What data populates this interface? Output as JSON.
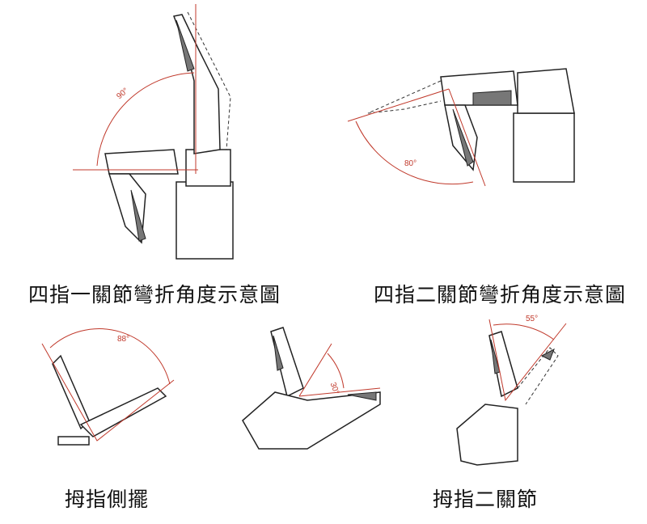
{
  "captions": {
    "four_finger_joint1": "四指一關節彎折角度示意圖",
    "four_finger_joint2": "四指二關節彎折角度示意圖",
    "thumb_lateral": "拇指側擺",
    "thumb_joint2": "拇指二關節"
  },
  "angles": {
    "a1": "90°",
    "a2": "80°",
    "a3": "88°",
    "a4": "30°",
    "a5": "55°"
  },
  "colors": {
    "annotation": "#c0392b",
    "line": "#222222"
  }
}
